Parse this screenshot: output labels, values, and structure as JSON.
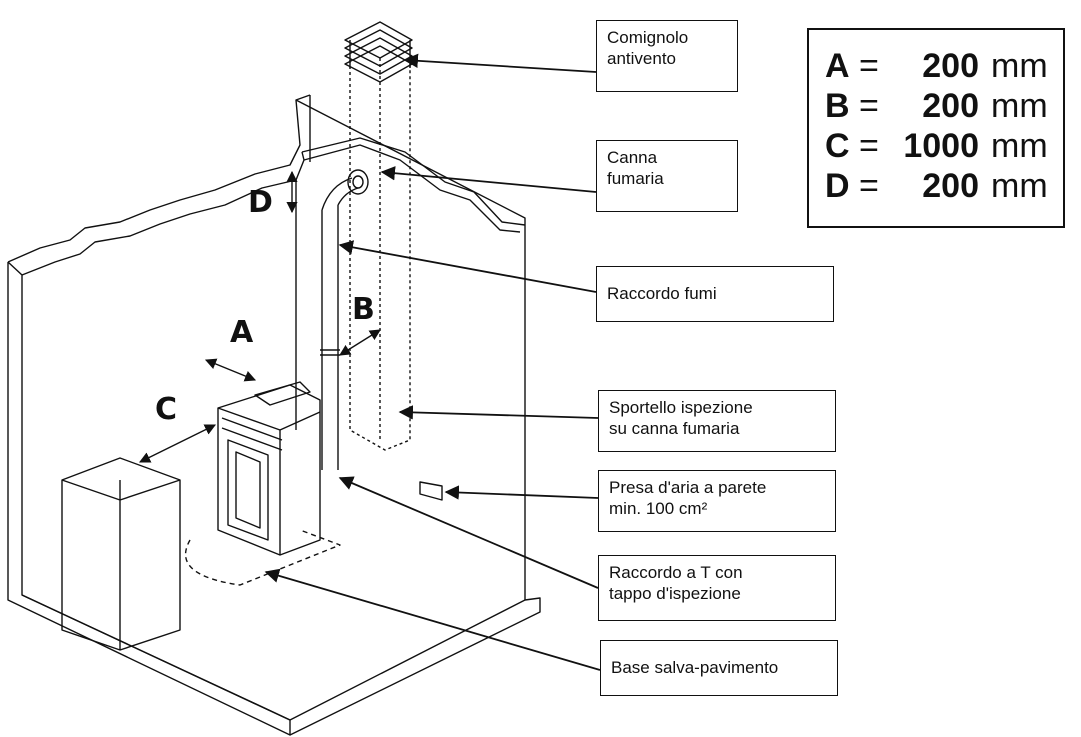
{
  "callouts": {
    "comignolo": "Comignolo\nantivento",
    "canna": "Canna\nfumaria",
    "raccordo_fumi": "Raccordo fumi",
    "sportello": "Sportello ispezione\nsu canna fumaria",
    "presa": "Presa d'aria a parete\nmin. 100 cm²",
    "raccordo_t": "Raccordo a T con\ntappo d'ispezione",
    "base": "Base salva-pavimento"
  },
  "legend": [
    {
      "letter": "A",
      "eq": "=",
      "value": "200",
      "unit": "mm"
    },
    {
      "letter": "B",
      "eq": "=",
      "value": "200",
      "unit": "mm"
    },
    {
      "letter": "C",
      "eq": "=",
      "value": "1000",
      "unit": "mm"
    },
    {
      "letter": "D",
      "eq": "=",
      "value": "200",
      "unit": "mm"
    }
  ],
  "dimension_labels": {
    "a": "A",
    "b": "B",
    "c": "C",
    "d": "D"
  }
}
